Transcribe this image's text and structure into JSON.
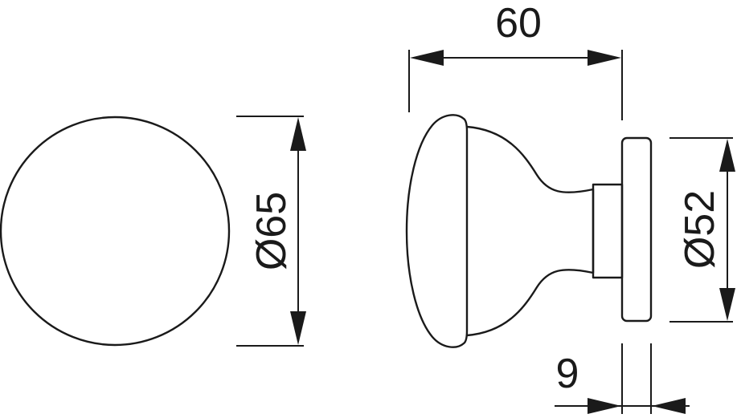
{
  "dimensions": {
    "knob_diameter": "Ø65",
    "rose_diameter": "Ø52",
    "overall_projection": "60",
    "rose_thickness": "9"
  }
}
